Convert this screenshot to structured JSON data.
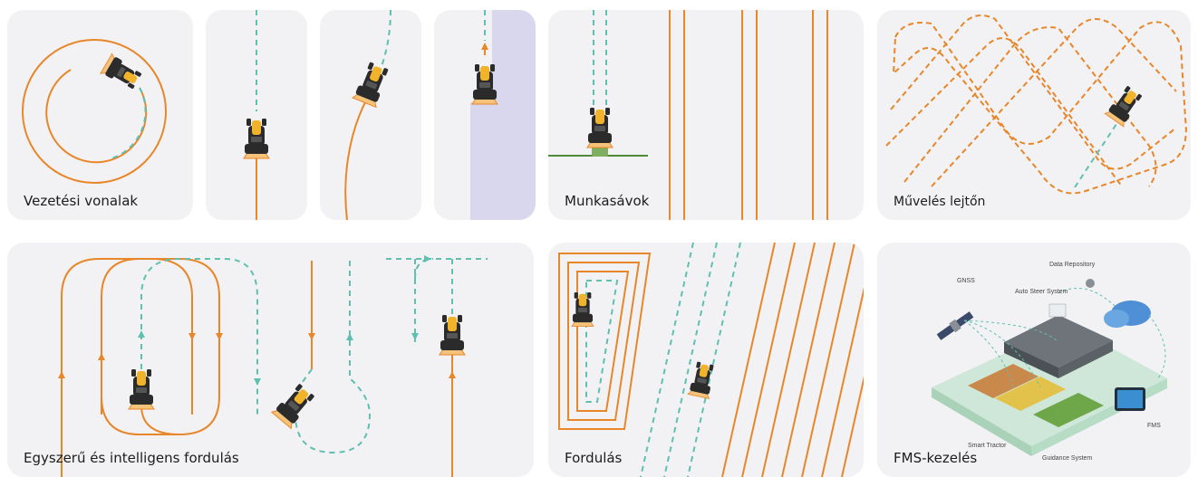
{
  "colors": {
    "card_bg": "#f2f2f4",
    "orange": "#e8862a",
    "teal": "#5fbfb0",
    "tractor_yellow": "#f0b32a",
    "tractor_dark": "#2b2b2b",
    "boundary_purple": "#d9d7ee",
    "field_green": "#4e8a3a"
  },
  "cards": {
    "guidance_lines": {
      "label": "Vezetési vonalak"
    },
    "work_lanes": {
      "label": "Munkasávok"
    },
    "slope_cultivation": {
      "label": "Művelés lejtőn"
    },
    "simple_smart_turn": {
      "label": "Egyszerű és intelligens fordulás"
    },
    "headland_turn": {
      "label": "Fordulás"
    },
    "fms": {
      "label": "FMS-kezelés",
      "diagram": {
        "gnss": "GNSS",
        "data_repository": "Data Repository",
        "auto_steer": "Auto Steer System",
        "smart_tractor": "Smart Tractor",
        "guidance_system": "Guidance System",
        "fms": "FMS"
      }
    }
  }
}
